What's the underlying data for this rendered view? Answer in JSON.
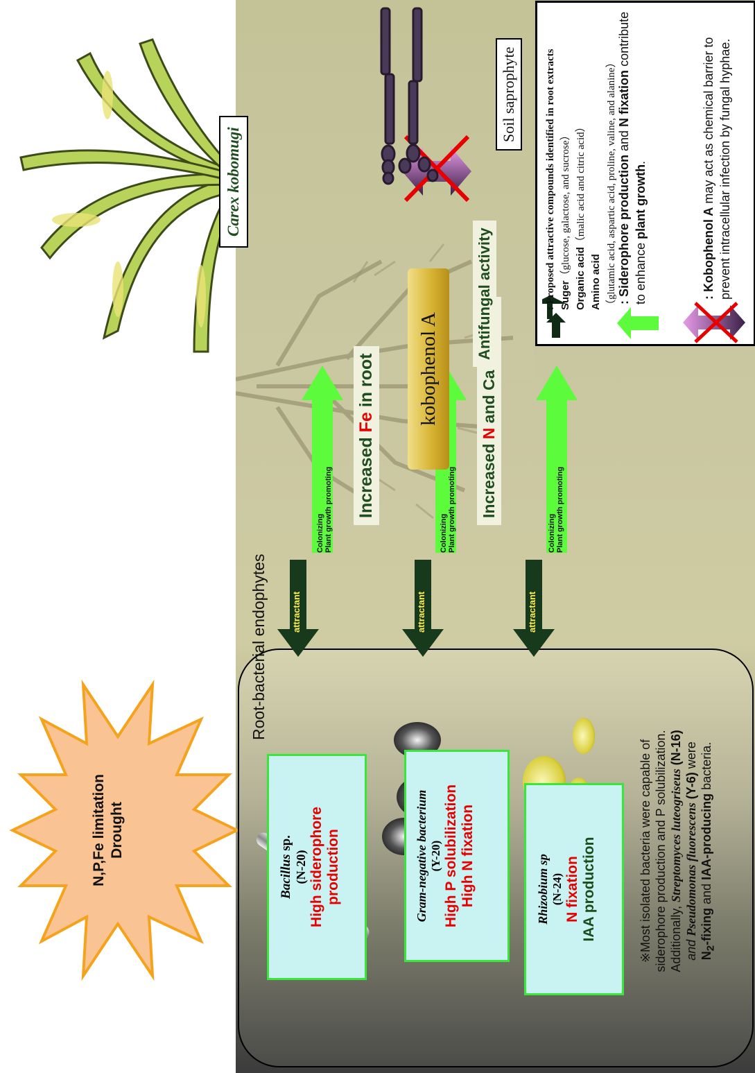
{
  "stress": {
    "line1": "N,P,Fe limitation",
    "line2": "Drought"
  },
  "plant": {
    "name": "Carex kobomugi"
  },
  "endophytes": {
    "title": "Root-bacterial endophytes",
    "bacteria": [
      {
        "name": "Bacillus",
        "name_suffix": " sp.",
        "code": "(N-20)",
        "traits": [
          "High siderophore",
          "production"
        ]
      },
      {
        "name": "Gram-negative bacterium",
        "code": "(Y-20)",
        "traits": [
          "High P solubilization",
          "High N fixation"
        ]
      },
      {
        "name": "Rhizobium sp",
        "code": "(N-24)",
        "traits": [
          "N fixation",
          "IAA production"
        ]
      }
    ],
    "note": {
      "l1": "※Most isolated bacteria were capable of",
      "l2": "siderophore production and P solubilization.",
      "l3a": "Additionally, ",
      "l3b": "Streptomyces luteogriseus",
      "l3c": " (N-16)",
      "l4a": "and ",
      "l4b": "Pseudomonas fluorescens",
      "l4c": " (Y-6)",
      "l4d": " were",
      "l5a": "N",
      "l5sub": "2",
      "l5b": "-fixing",
      "l5c": " and ",
      "l5d": "IAA-producing",
      "l5e": " bacteria."
    }
  },
  "interactions": {
    "attractant": "attractant",
    "colonizing": "Colonizing",
    "promoting": "Plant growth promoting",
    "fe_root": {
      "pre": "Increased ",
      "el": "Fe",
      "post": " in root"
    },
    "n_ca_shoot": {
      "pre": "Increased ",
      "el": "N",
      "post": " and Ca in shoot"
    }
  },
  "kobophenol": {
    "label": "kobophenol A",
    "antifungal": "Antifungal activity"
  },
  "saprophyte": {
    "label": "Soil saprophyte"
  },
  "legend": {
    "header": ": Proposed attractive compounds identified in root extracts",
    "suger_label": "Suger",
    "suger_text": "（glucose, galactose, and sucrose）",
    "organic_label": "Organic acid",
    "organic_text": "（malic acid and citric acid）",
    "amino_label": "Amino acid",
    "amino_text": "（glutamic acid, aspartic acid, proline, valine, and alanine）",
    "green_a": ": Siderophore production",
    "green_b": " and ",
    "green_c": "N fixation",
    "green_d": " contribute",
    "green_e": "to enhance ",
    "green_f": "plant growth",
    "green_g": ".",
    "pink_a": ": Kobophenol A",
    "pink_b": "  may  act as chemical barrier to",
    "pink_c": "prevent  intracellular infection by fungal hyphae."
  },
  "colors": {
    "soil_light": "#cfcca3",
    "soil_dark": "#3c3c3c",
    "attractant_arrow": "#173a1c",
    "growth_arrow": "#5cfc3c",
    "bacteria_box_border": "#3ae63a",
    "bacteria_box_fill": "#c9f3f2",
    "trait_red": "#e60000",
    "kobophenol_box": "#d9b534",
    "pink_arrow": "#d77ad9",
    "star": "#f9c394"
  }
}
